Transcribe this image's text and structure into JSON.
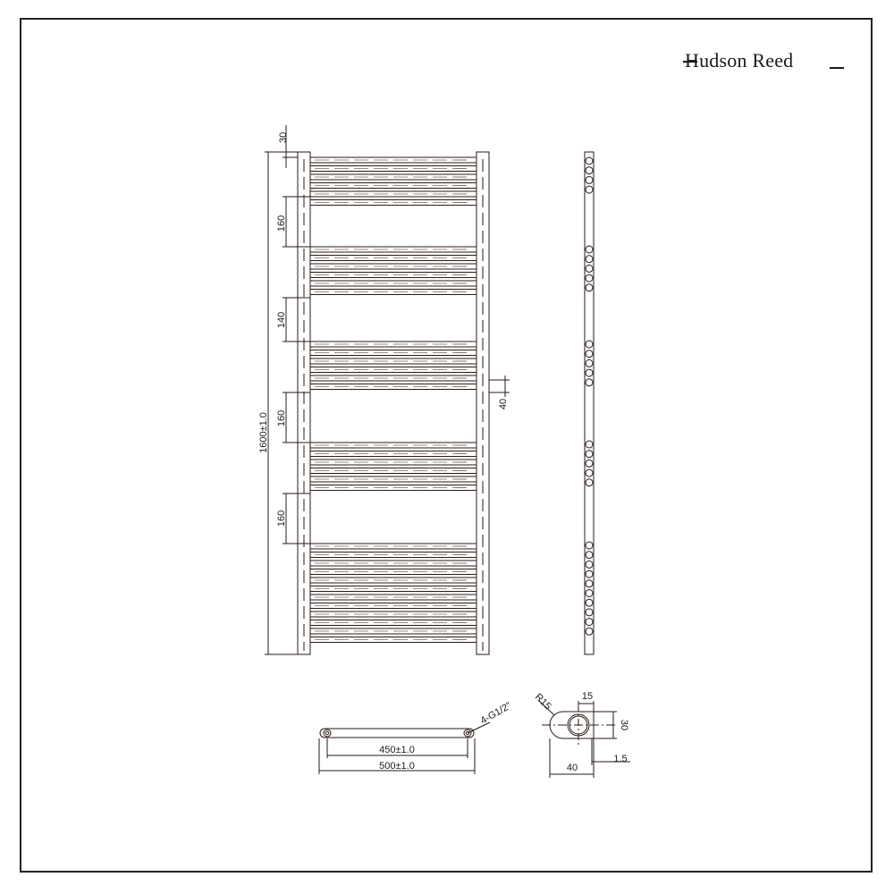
{
  "brand": {
    "name": "Hudson Reed"
  },
  "front_view": {
    "overall_height_label": "1600±1.0",
    "top_offset_label": "30",
    "spacing_labels": [
      "160",
      "140",
      "160",
      "160"
    ],
    "bar_height_label": "40",
    "groups": [
      {
        "name": "group-1",
        "rails": 6
      },
      {
        "name": "group-2",
        "rails": 6
      },
      {
        "name": "group-3",
        "rails": 6
      },
      {
        "name": "group-4",
        "rails": 6
      },
      {
        "name": "group-5",
        "rails": 12
      }
    ]
  },
  "side_view": {
    "circle_groups": [
      4,
      5,
      5,
      5,
      10
    ]
  },
  "top_view": {
    "centres_label": "450±1.0",
    "width_label": "500±1.0",
    "connection_label": "4-G1/2\""
  },
  "section_view": {
    "radius_label": "R15",
    "offset_label": "15",
    "height_label": "30",
    "width_label": "40",
    "wall_label": "1.5"
  },
  "colors": {
    "line": "#2a1a14",
    "text": "#1a1a1a",
    "frame": "#222222"
  }
}
